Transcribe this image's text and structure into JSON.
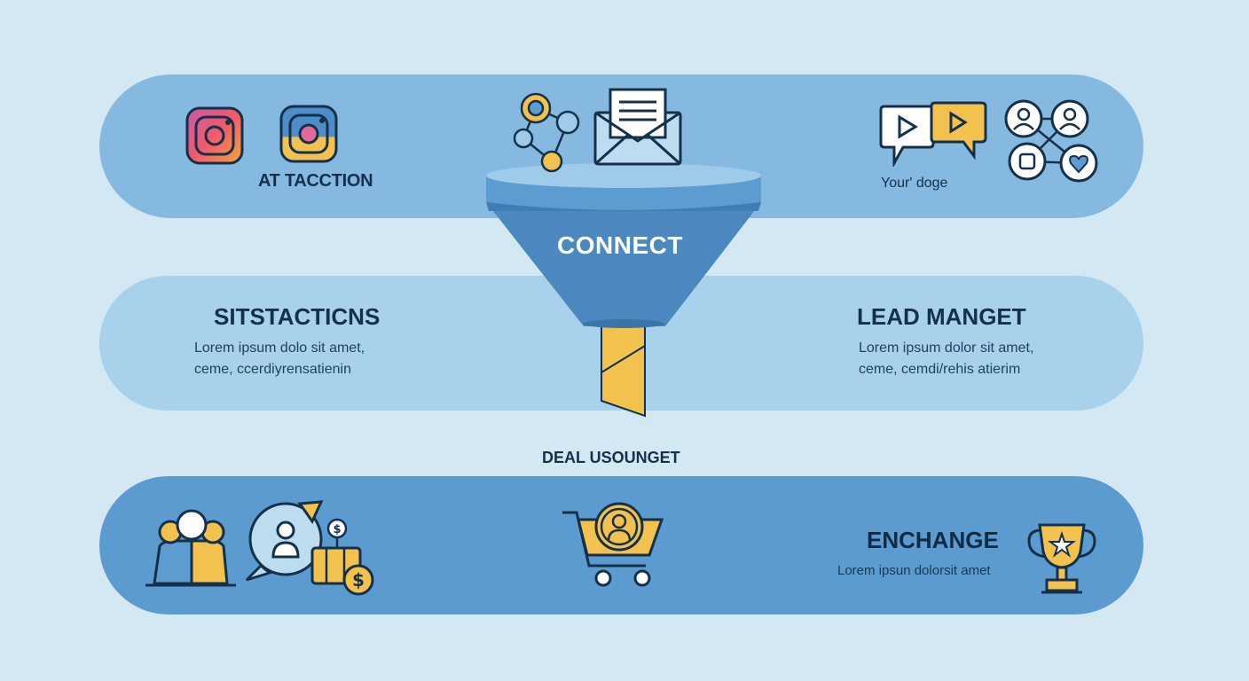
{
  "stages": {
    "attraction": {
      "label": "AT TACCTION"
    },
    "usage": {
      "label": "Your' doge"
    },
    "satisfaction": {
      "title": "SITSTACTICNS",
      "body_line1": "Lorem ipsum dolo sit amet,",
      "body_line2": "ceme, ccerdiyrensatienin"
    },
    "lead_magnet": {
      "title": "LEAD MANGET",
      "body_line1": "Lorem ipsum dolor sit amet,",
      "body_line2": "ceme, cemdi/rehis atierim"
    },
    "deal": {
      "label": "DEAL USOUNGET"
    },
    "exchange": {
      "title": "ENCHANGE",
      "body": "Lorem ipsun dolorsit amet"
    }
  },
  "funnel": {
    "label": "CONNECT"
  },
  "colors": {
    "background": "#d3e8f3",
    "band_top": "#86b9df",
    "band_mid": "#a8d1ec",
    "band_bottom": "#5b9bcf",
    "funnel": "#4a88bf",
    "accent_yellow": "#f3c24e",
    "outline": "#14304a"
  },
  "icons": {
    "attraction": [
      "instagram-icon",
      "instagram-icon"
    ],
    "connect": [
      "network-icon",
      "email-icon"
    ],
    "usage": [
      "video-chat-icon",
      "community-network-icon"
    ],
    "deal": [
      "customers-icon",
      "chat-user-icon",
      "money-icon",
      "shopping-cart-icon"
    ],
    "exchange": [
      "trophy-icon"
    ]
  }
}
